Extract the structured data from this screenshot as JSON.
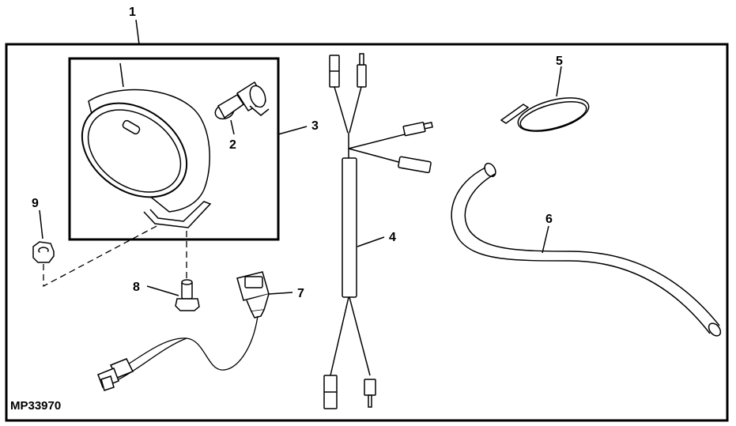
{
  "diagram": {
    "figure_code": "MP33970",
    "callouts": {
      "c1": "1",
      "c2": "2",
      "c3": "3",
      "c4": "4",
      "c5": "5",
      "c6": "6",
      "c7": "7",
      "c8": "8",
      "c9": "9"
    },
    "colors": {
      "ink": "#000000",
      "background": "#ffffff"
    }
  }
}
